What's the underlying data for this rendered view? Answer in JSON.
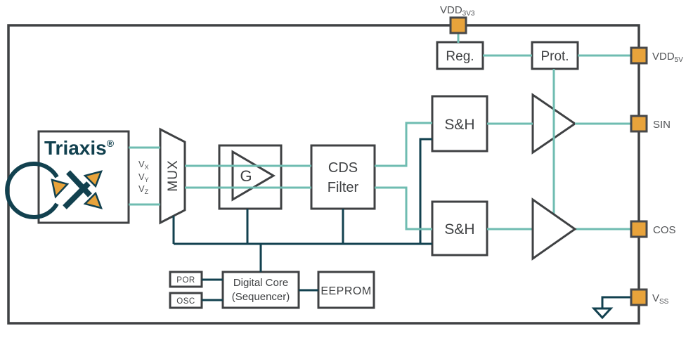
{
  "colors": {
    "teal": "#6fbcb1",
    "navy": "#12414f",
    "border": "#3f4143",
    "orange": "#e8a33b",
    "label": "#515356"
  },
  "logo": {
    "brand": "Triaxis",
    "reg": "®"
  },
  "signals": {
    "vx": {
      "base": "V",
      "sub": "X"
    },
    "vy": {
      "base": "V",
      "sub": "Y"
    },
    "vz": {
      "base": "V",
      "sub": "Z"
    }
  },
  "blocks": {
    "mux": "MUX",
    "gain": "G",
    "cds_line1": "CDS",
    "cds_line2": "Filter",
    "sample_hold_top": "S&H",
    "sample_hold_bottom": "S&H",
    "regulator": "Reg.",
    "protection": "Prot.",
    "por": "POR",
    "osc": "OSC",
    "digital_core_line1": "Digital Core",
    "digital_core_line2": "(Sequencer)",
    "eeprom": "EEPROM"
  },
  "pins": {
    "vdd3v3": {
      "base": "VDD",
      "sub": "3V3"
    },
    "vdd5v": {
      "base": "VDD",
      "sub": "5V"
    },
    "sin": "SIN",
    "cos": "COS",
    "vss": {
      "base": "V",
      "sub": "SS"
    }
  }
}
